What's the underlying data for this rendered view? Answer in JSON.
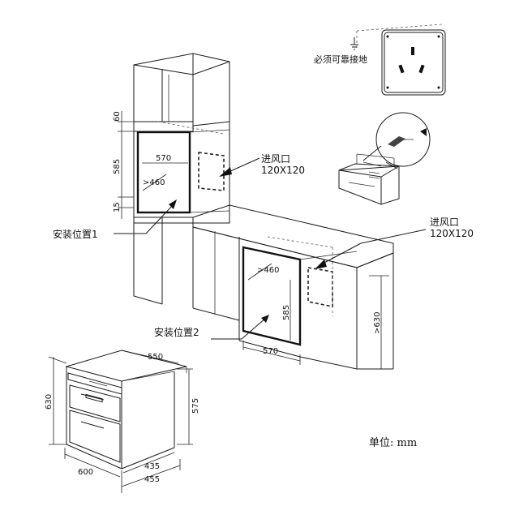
{
  "labels": {
    "ground": "必须可靠接地",
    "vent_top_title": "进风口",
    "vent_top_size": "120X120",
    "vent_right_title": "进风口",
    "vent_right_size": "120X120",
    "position1": "安装位置1",
    "position2": "安装位置2",
    "unit": "单位: mm"
  },
  "dimensions": {
    "d60": "60",
    "d585_left": "585",
    "d15": "15",
    "d570_top": "570",
    "d460_top": ">460",
    "d460_mid": ">460",
    "d585_mid": "585",
    "d570_mid": "570",
    "d630_right": ">630",
    "d550": "550",
    "d630_left": "630",
    "d575": "575",
    "d600": "600",
    "d435": "435",
    "d455": "455"
  }
}
